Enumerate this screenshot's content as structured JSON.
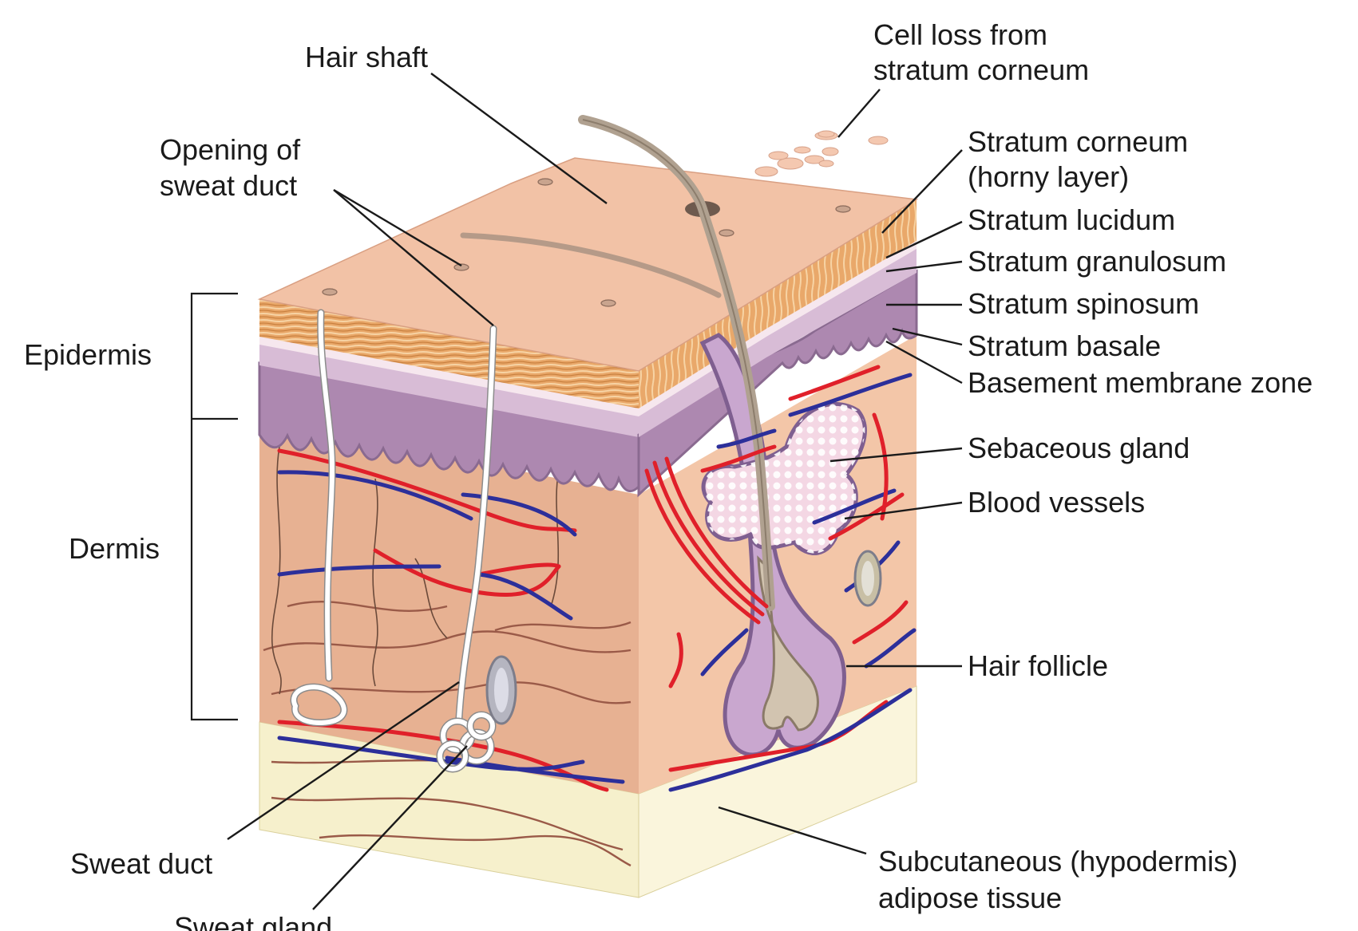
{
  "labels": {
    "hair_shaft": "Hair shaft",
    "cell_loss_line1": "Cell loss from",
    "cell_loss_line2": "stratum corneum",
    "opening_line1": "Opening of",
    "opening_line2": "sweat duct",
    "stratum_corneum_line1": "Stratum corneum",
    "stratum_corneum_line2": "(horny layer)",
    "stratum_lucidum": "Stratum lucidum",
    "stratum_granulosum": "Stratum granulosum",
    "stratum_spinosum": "Stratum spinosum",
    "stratum_basale": "Stratum basale",
    "basement_membrane": "Basement membrane zone",
    "epidermis": "Epidermis",
    "dermis": "Dermis",
    "sebaceous_gland": "Sebaceous gland",
    "blood_vessels": "Blood vessels",
    "hair_follicle": "Hair follicle",
    "sweat_duct": "Sweat duct",
    "sweat_gland": "Sweat gland",
    "subcutaneous_line1": "Subcutaneous (hypodermis)",
    "subcutaneous_line2": "adipose tissue"
  },
  "colors": {
    "skin_top": "#f2c2a6",
    "stratum_corneum": "#e9a86a",
    "stratum_lucidum": "#f6e7ee",
    "stratum_granulosum": "#d8bcd6",
    "stratum_spinosum": "#ad88b0",
    "dermis_front": "#e7b192",
    "dermis_side": "#f3c6a8",
    "hypodermis": "#f6f0cc",
    "artery": "#e0202a",
    "vein": "#2c2f9a",
    "hair": "#b0a190"
  }
}
